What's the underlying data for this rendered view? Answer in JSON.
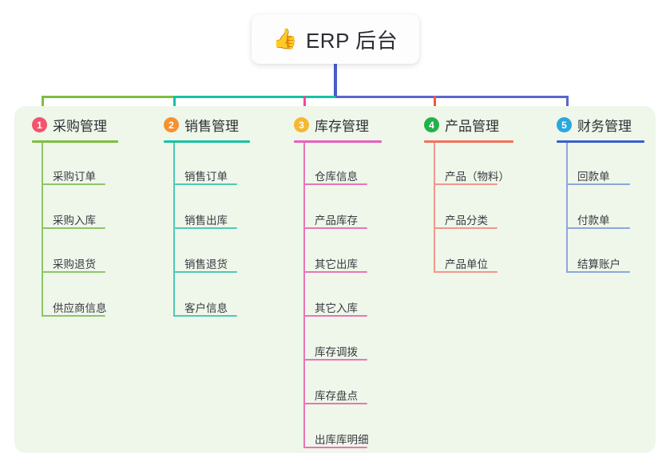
{
  "root": {
    "icon": "thumbs-up-icon",
    "emoji": "👍",
    "title": "ERP 后台"
  },
  "palette": {
    "panel_bg": "#eef7e9",
    "page_bg": "#ffffff",
    "root_stem": "#4a5cc5",
    "bus_left": "#7cbf3f",
    "bus_mid": "#16c2a3",
    "bus_right": "#5a66cf",
    "text": "#2f2f36"
  },
  "columns": [
    {
      "number": "1",
      "title": "采购管理",
      "badge_color": "#f2536d",
      "rule_color": "#7cbf3f",
      "line_color": "#8fc46a",
      "drop_color": "#7cbf3f",
      "items": [
        "采购订单",
        "采购入库",
        "采购退货",
        "供应商信息"
      ]
    },
    {
      "number": "2",
      "title": "销售管理",
      "badge_color": "#f5922f",
      "rule_color": "#16c2a3",
      "line_color": "#4fc9b5",
      "drop_color": "#16c2a3",
      "items": [
        "销售订单",
        "销售出库",
        "销售退货",
        "客户信息"
      ]
    },
    {
      "number": "3",
      "title": "库存管理",
      "badge_color": "#f7b731",
      "rule_color": "#e95fc0",
      "line_color": "#ea74b8",
      "drop_color": "#ee4b9b",
      "items": [
        "仓库信息",
        "产品库存",
        "其它出库",
        "其它入库",
        "库存调拨",
        "库存盘点",
        "出库库明细"
      ]
    },
    {
      "number": "4",
      "title": "产品管理",
      "badge_color": "#22b14c",
      "rule_color": "#f4705e",
      "line_color": "#f2968c",
      "drop_color": "#f4544a",
      "items": [
        "产品（物料）",
        "产品分类",
        "产品单位"
      ]
    },
    {
      "number": "5",
      "title": "财务管理",
      "badge_color": "#29a8e0",
      "rule_color": "#3a5fcd",
      "line_color": "#8fa6dc",
      "drop_color": "#5a66cf",
      "items": [
        "回款单",
        "付款单",
        "结算账户"
      ]
    }
  ]
}
